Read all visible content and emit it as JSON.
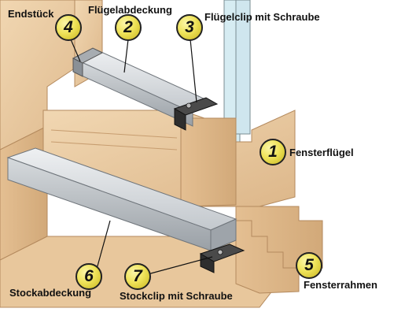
{
  "labels": {
    "endstueck": "Endstück",
    "fluegelabdeckung": "Flügelabdeckung",
    "fluegelclip": "Flügelclip mit Schraube",
    "fensterfluegel": "Fensterflügel",
    "stockabdeckung": "Stockabdeckung",
    "stockclip": "Stockclip mit Schraube",
    "fensterrahmen": "Fensterrahmen"
  },
  "badges": {
    "b1": "1",
    "b2": "2",
    "b3": "3",
    "b4": "4",
    "b5": "5",
    "b6": "6",
    "b7": "7"
  },
  "colors": {
    "wood": "#e9c9a0",
    "wood_dark": "#cfa57a",
    "aluminium": "#c9cdd1",
    "aluminium_dark": "#8e9399",
    "clip": "#3a3a3a",
    "glass": "#d7ebf0",
    "badge": "#efe35a"
  }
}
